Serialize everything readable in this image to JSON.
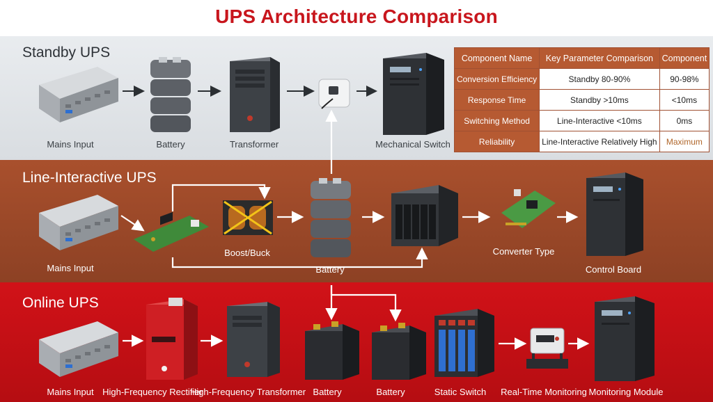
{
  "title": "UPS Architecture Comparison",
  "sections": {
    "standby": {
      "label": "Standby UPS",
      "captions": [
        "Mains Input",
        "Battery",
        "Transformer",
        "Mechanical Switch"
      ]
    },
    "line_interactive": {
      "label": "Line-Interactive UPS",
      "captions": [
        "Mains Input",
        "Boost/Buck",
        "Battery",
        "Converter Type",
        "Control Board"
      ]
    },
    "online": {
      "label": "Online UPS",
      "captions": [
        "Mains Input",
        "High-Frequency Rectifier",
        "High-Frequency Transformer",
        "Battery",
        "Battery",
        "Static Switch",
        "Real-Time Monitoring",
        "Monitoring Module"
      ]
    }
  },
  "table": {
    "headers": [
      "Component Name",
      "Key Parameter Comparison",
      "Component"
    ],
    "rows": [
      [
        "Conversion Efficiency",
        "Standby 80-90%",
        "90-98%"
      ],
      [
        "Response Time",
        "Standby >10ms",
        "<10ms"
      ],
      [
        "Switching Method",
        "Line-Interactive <10ms",
        "0ms"
      ],
      [
        "Reliability",
        "Line-Interactive Relatively High",
        "Maximum"
      ]
    ]
  },
  "colors": {
    "title": "#c8161d",
    "standby_band": "#e2e5e8",
    "line_band": "#9a4828",
    "online_band": "#c81016",
    "table_header": "#b65a32",
    "highlight": "#b0662a"
  },
  "icons": [
    "mains-input-icon",
    "battery-stack-icon",
    "tower-server-icon",
    "switch-module-icon",
    "circuit-board-icon",
    "inductor-icon",
    "nas-unit-icon",
    "lead-acid-battery-icon",
    "red-rectifier-icon",
    "static-switch-icon",
    "monitor-display-icon"
  ]
}
